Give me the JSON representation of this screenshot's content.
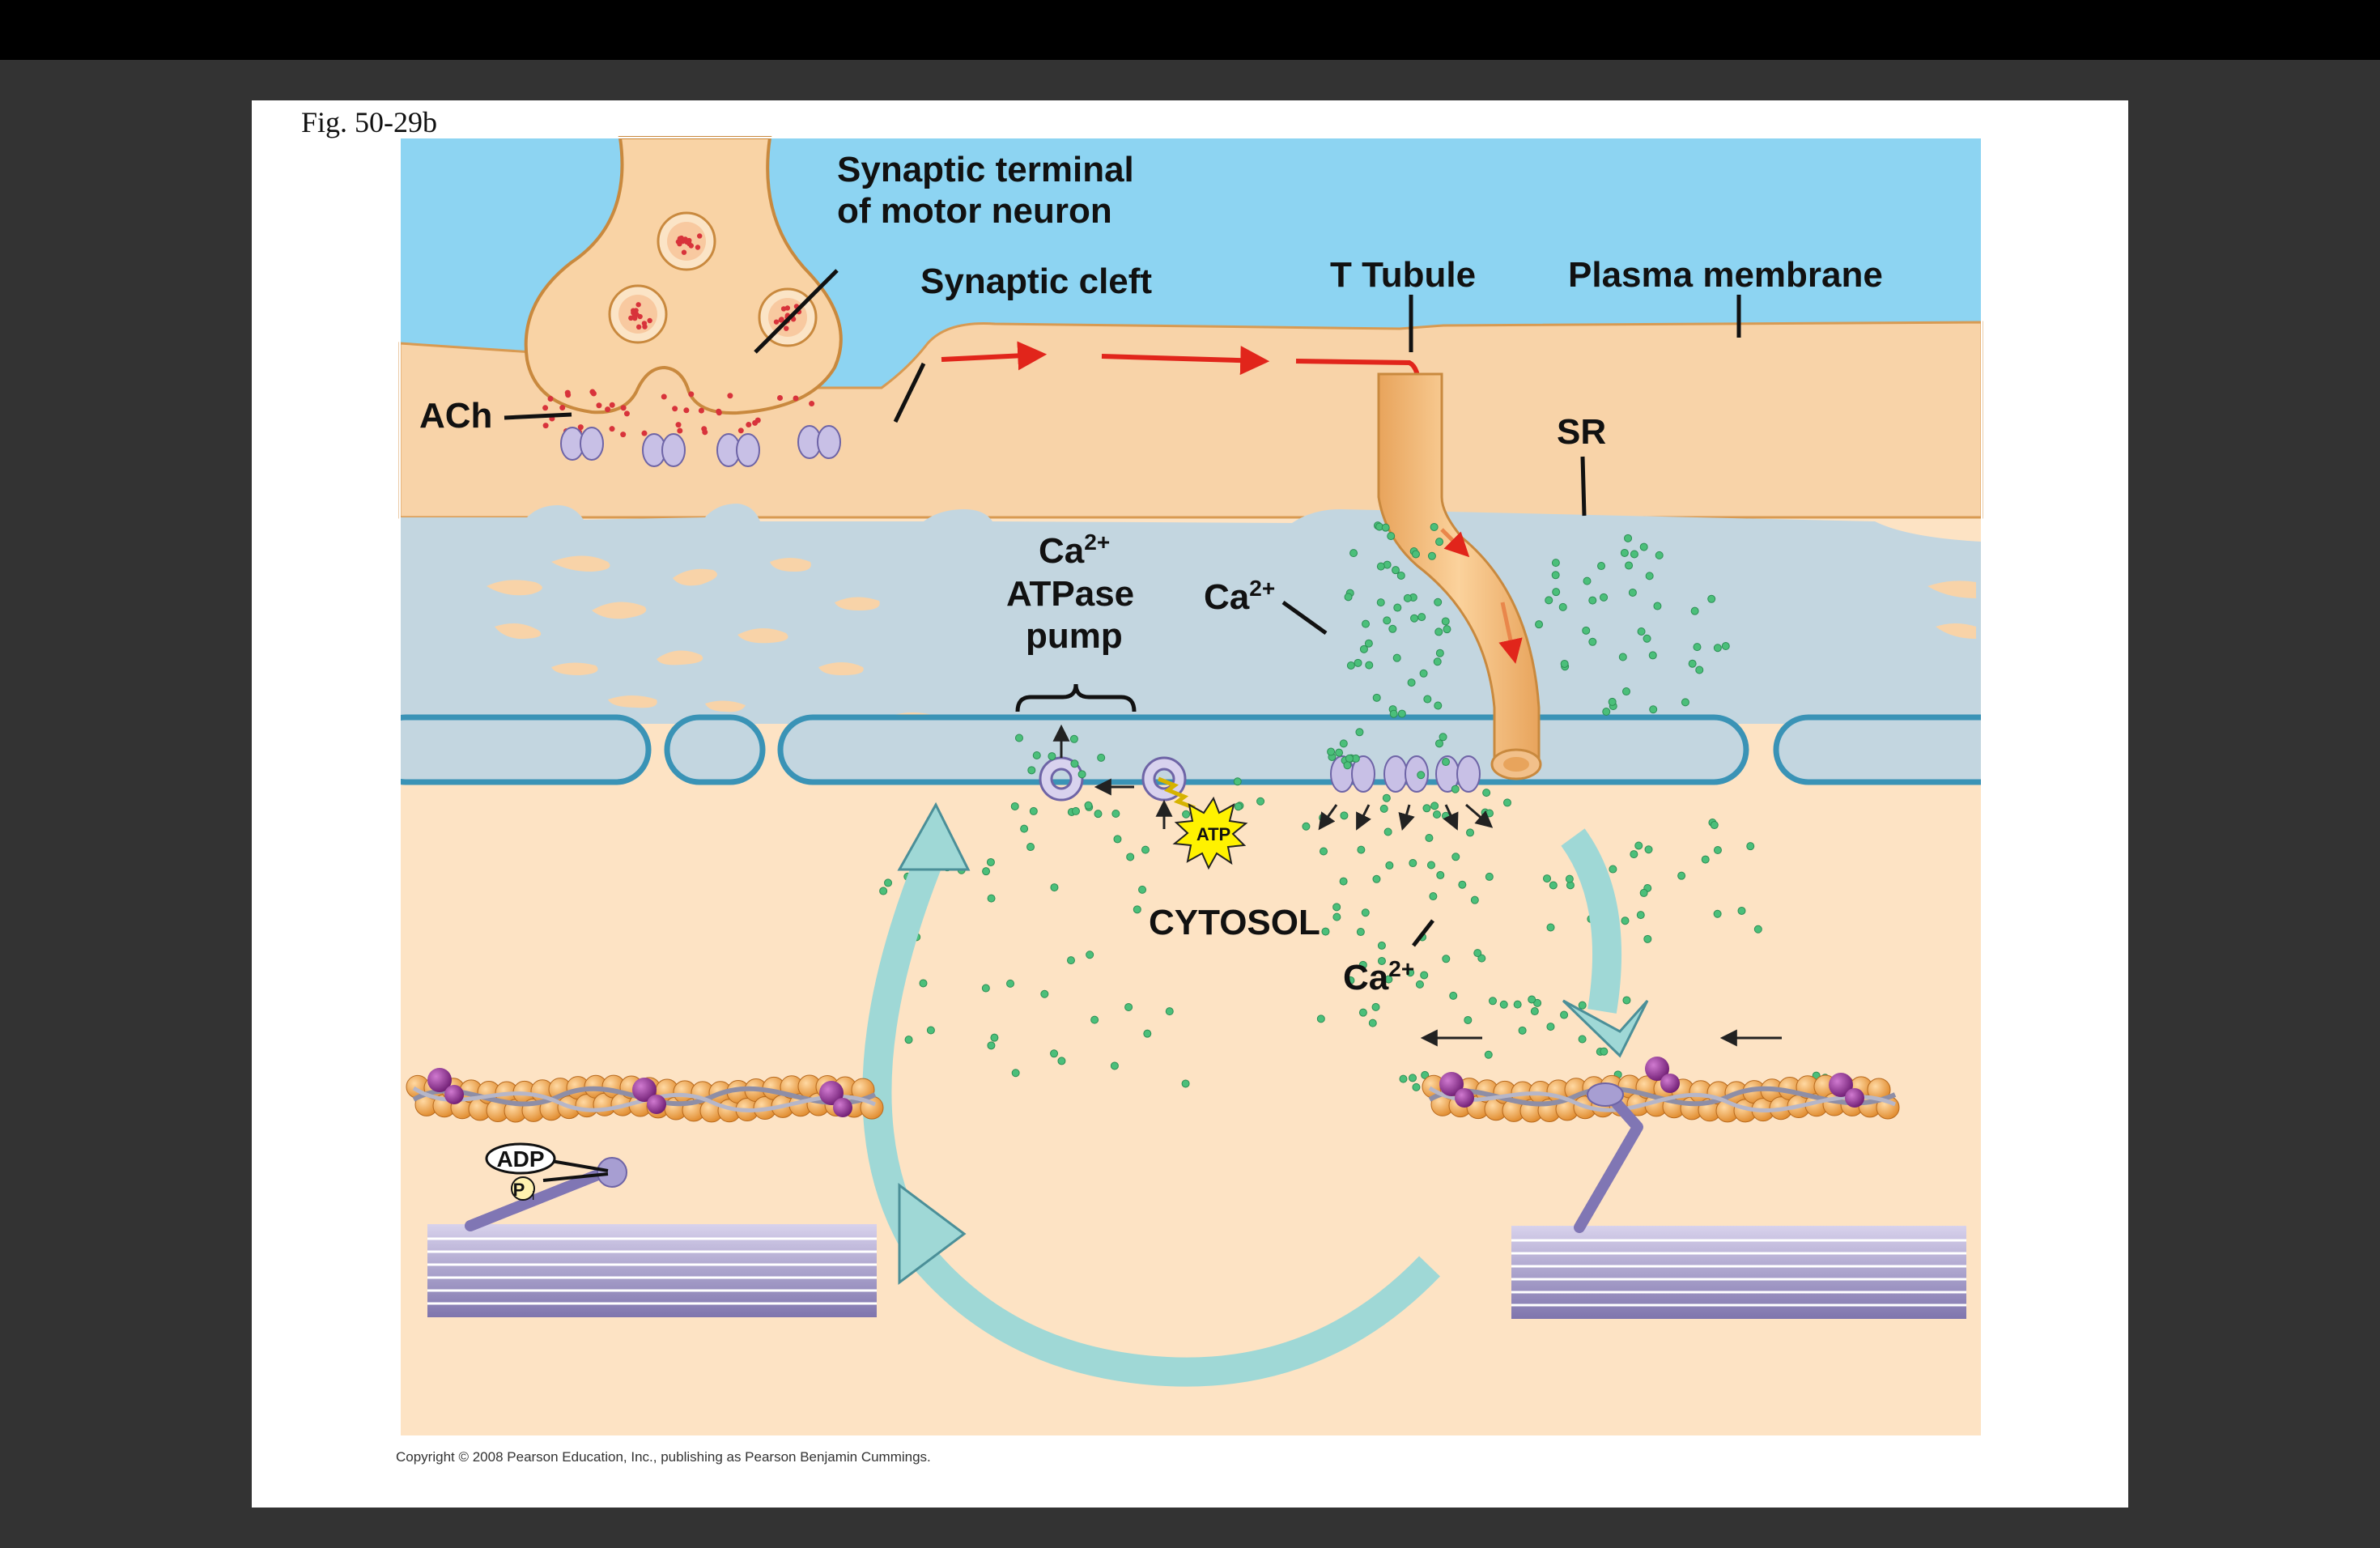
{
  "figure": {
    "label": "Fig. 50-29b",
    "copyright": "Copyright © 2008 Pearson Education, Inc., publishing as Pearson Benjamin Cummings."
  },
  "labels": {
    "synaptic_terminal_l1": "Synaptic terminal",
    "synaptic_terminal_l2": "of motor neuron",
    "synaptic_cleft": "Synaptic cleft",
    "t_tubule": "T Tubule",
    "plasma_membrane": "Plasma membrane",
    "ach": "ACh",
    "sr": "SR",
    "ca_base": "Ca",
    "ca_sup": "2+",
    "atpase_l2": "ATPase",
    "atpase_l3": "pump",
    "atp": "ATP",
    "cytosol": "CYTOSOL",
    "adp": "ADP",
    "pi": "P",
    "pi_sub": "i"
  },
  "colors": {
    "background": "#333333",
    "topbar": "#000000",
    "extracellular": "#8dd4f2",
    "cytosol": "#fde3c4",
    "muscle_membrane": "#f8d3a8",
    "sr": "#c3d6e0",
    "sr_border": "#3a93b6",
    "calcium": "#4bbf7a",
    "ach": "#d8333b",
    "signal_arrow": "#e1251b",
    "cycle_arrow": "#9fd8d6",
    "actin": "#f0a24a",
    "myosin": "#9c90c4",
    "troponin": "#8b2c8d",
    "atp_burst": "#fff200"
  }
}
